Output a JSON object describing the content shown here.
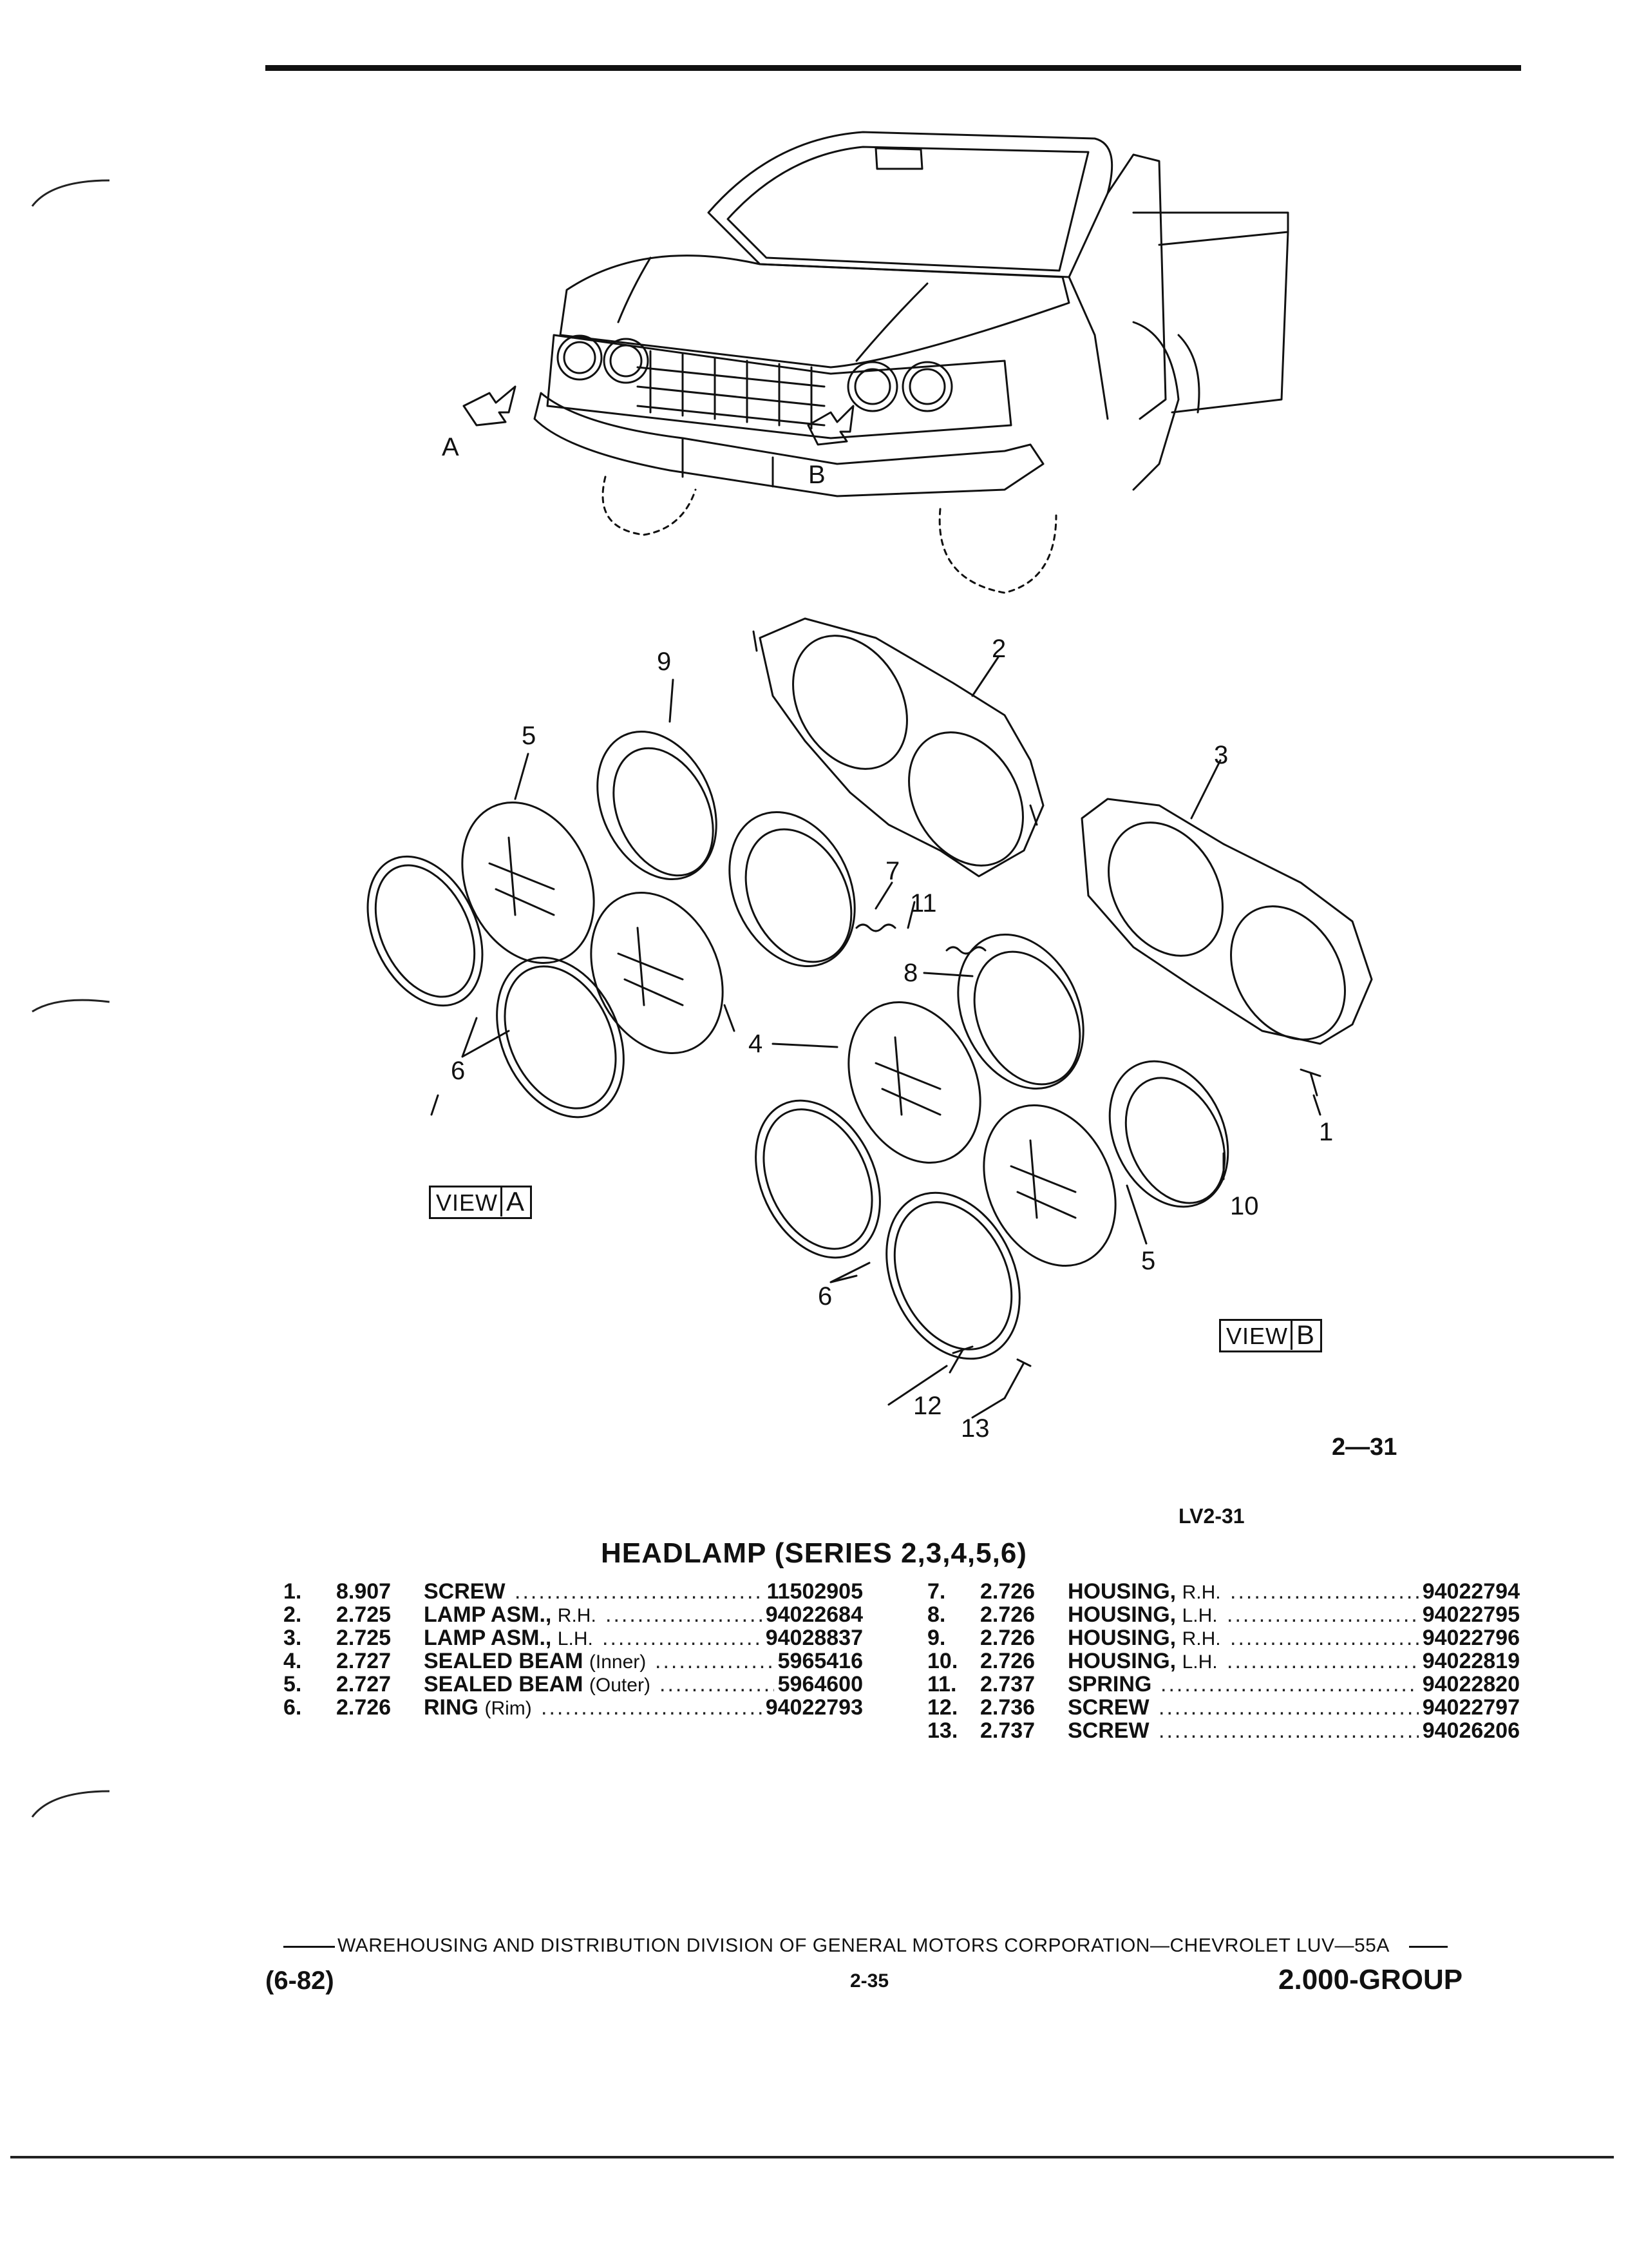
{
  "figure": {
    "view_a": {
      "word": "VIEW",
      "letter": "A"
    },
    "view_b": {
      "word": "VIEW",
      "letter": "B"
    },
    "arrow_a": "A",
    "arrow_b": "B",
    "figure_number": "2—31",
    "drawing_code": "LV2-31",
    "callouts": [
      "1",
      "2",
      "3",
      "4",
      "5",
      "5",
      "6",
      "6",
      "7",
      "8",
      "9",
      "10",
      "11",
      "12",
      "13"
    ]
  },
  "title": "HEADLAMP (SERIES 2,3,4,5,6)",
  "parts_left": [
    {
      "num": "1.",
      "group": "8.907",
      "desc": "SCREW",
      "qual": "",
      "part": "11502905"
    },
    {
      "num": "2.",
      "group": "2.725",
      "desc": "LAMP ASM.,",
      "qual": "R.H.",
      "part": "94022684"
    },
    {
      "num": "3.",
      "group": "2.725",
      "desc": "LAMP ASM.,",
      "qual": "L.H.",
      "part": "94028837"
    },
    {
      "num": "4.",
      "group": "2.727",
      "desc": "SEALED BEAM",
      "qual": "(Inner)",
      "part": "5965416"
    },
    {
      "num": "5.",
      "group": "2.727",
      "desc": "SEALED BEAM",
      "qual": "(Outer)",
      "part": "5964600"
    },
    {
      "num": "6.",
      "group": "2.726",
      "desc": "RING",
      "qual": "(Rim)",
      "part": "94022793"
    }
  ],
  "parts_right": [
    {
      "num": "7.",
      "group": "2.726",
      "desc": "HOUSING,",
      "qual": "R.H.",
      "part": "94022794"
    },
    {
      "num": "8.",
      "group": "2.726",
      "desc": "HOUSING,",
      "qual": "L.H.",
      "part": "94022795"
    },
    {
      "num": "9.",
      "group": "2.726",
      "desc": "HOUSING,",
      "qual": "R.H.",
      "part": "94022796"
    },
    {
      "num": "10.",
      "group": "2.726",
      "desc": "HOUSING,",
      "qual": "L.H.",
      "part": "94022819"
    },
    {
      "num": "11.",
      "group": "2.737",
      "desc": "SPRING",
      "qual": "",
      "part": "94022820"
    },
    {
      "num": "12.",
      "group": "2.736",
      "desc": "SCREW",
      "qual": "",
      "part": "94022797"
    },
    {
      "num": "13.",
      "group": "2.737",
      "desc": "SCREW",
      "qual": "",
      "part": "94026206"
    }
  ],
  "footer": {
    "line": "WAREHOUSING AND DISTRIBUTION  DIVISION OF GENERAL MOTORS CORPORATION—CHEVROLET LUV—55A",
    "date": "(6-82)",
    "page": "2-35",
    "group": "2.000-GROUP"
  }
}
